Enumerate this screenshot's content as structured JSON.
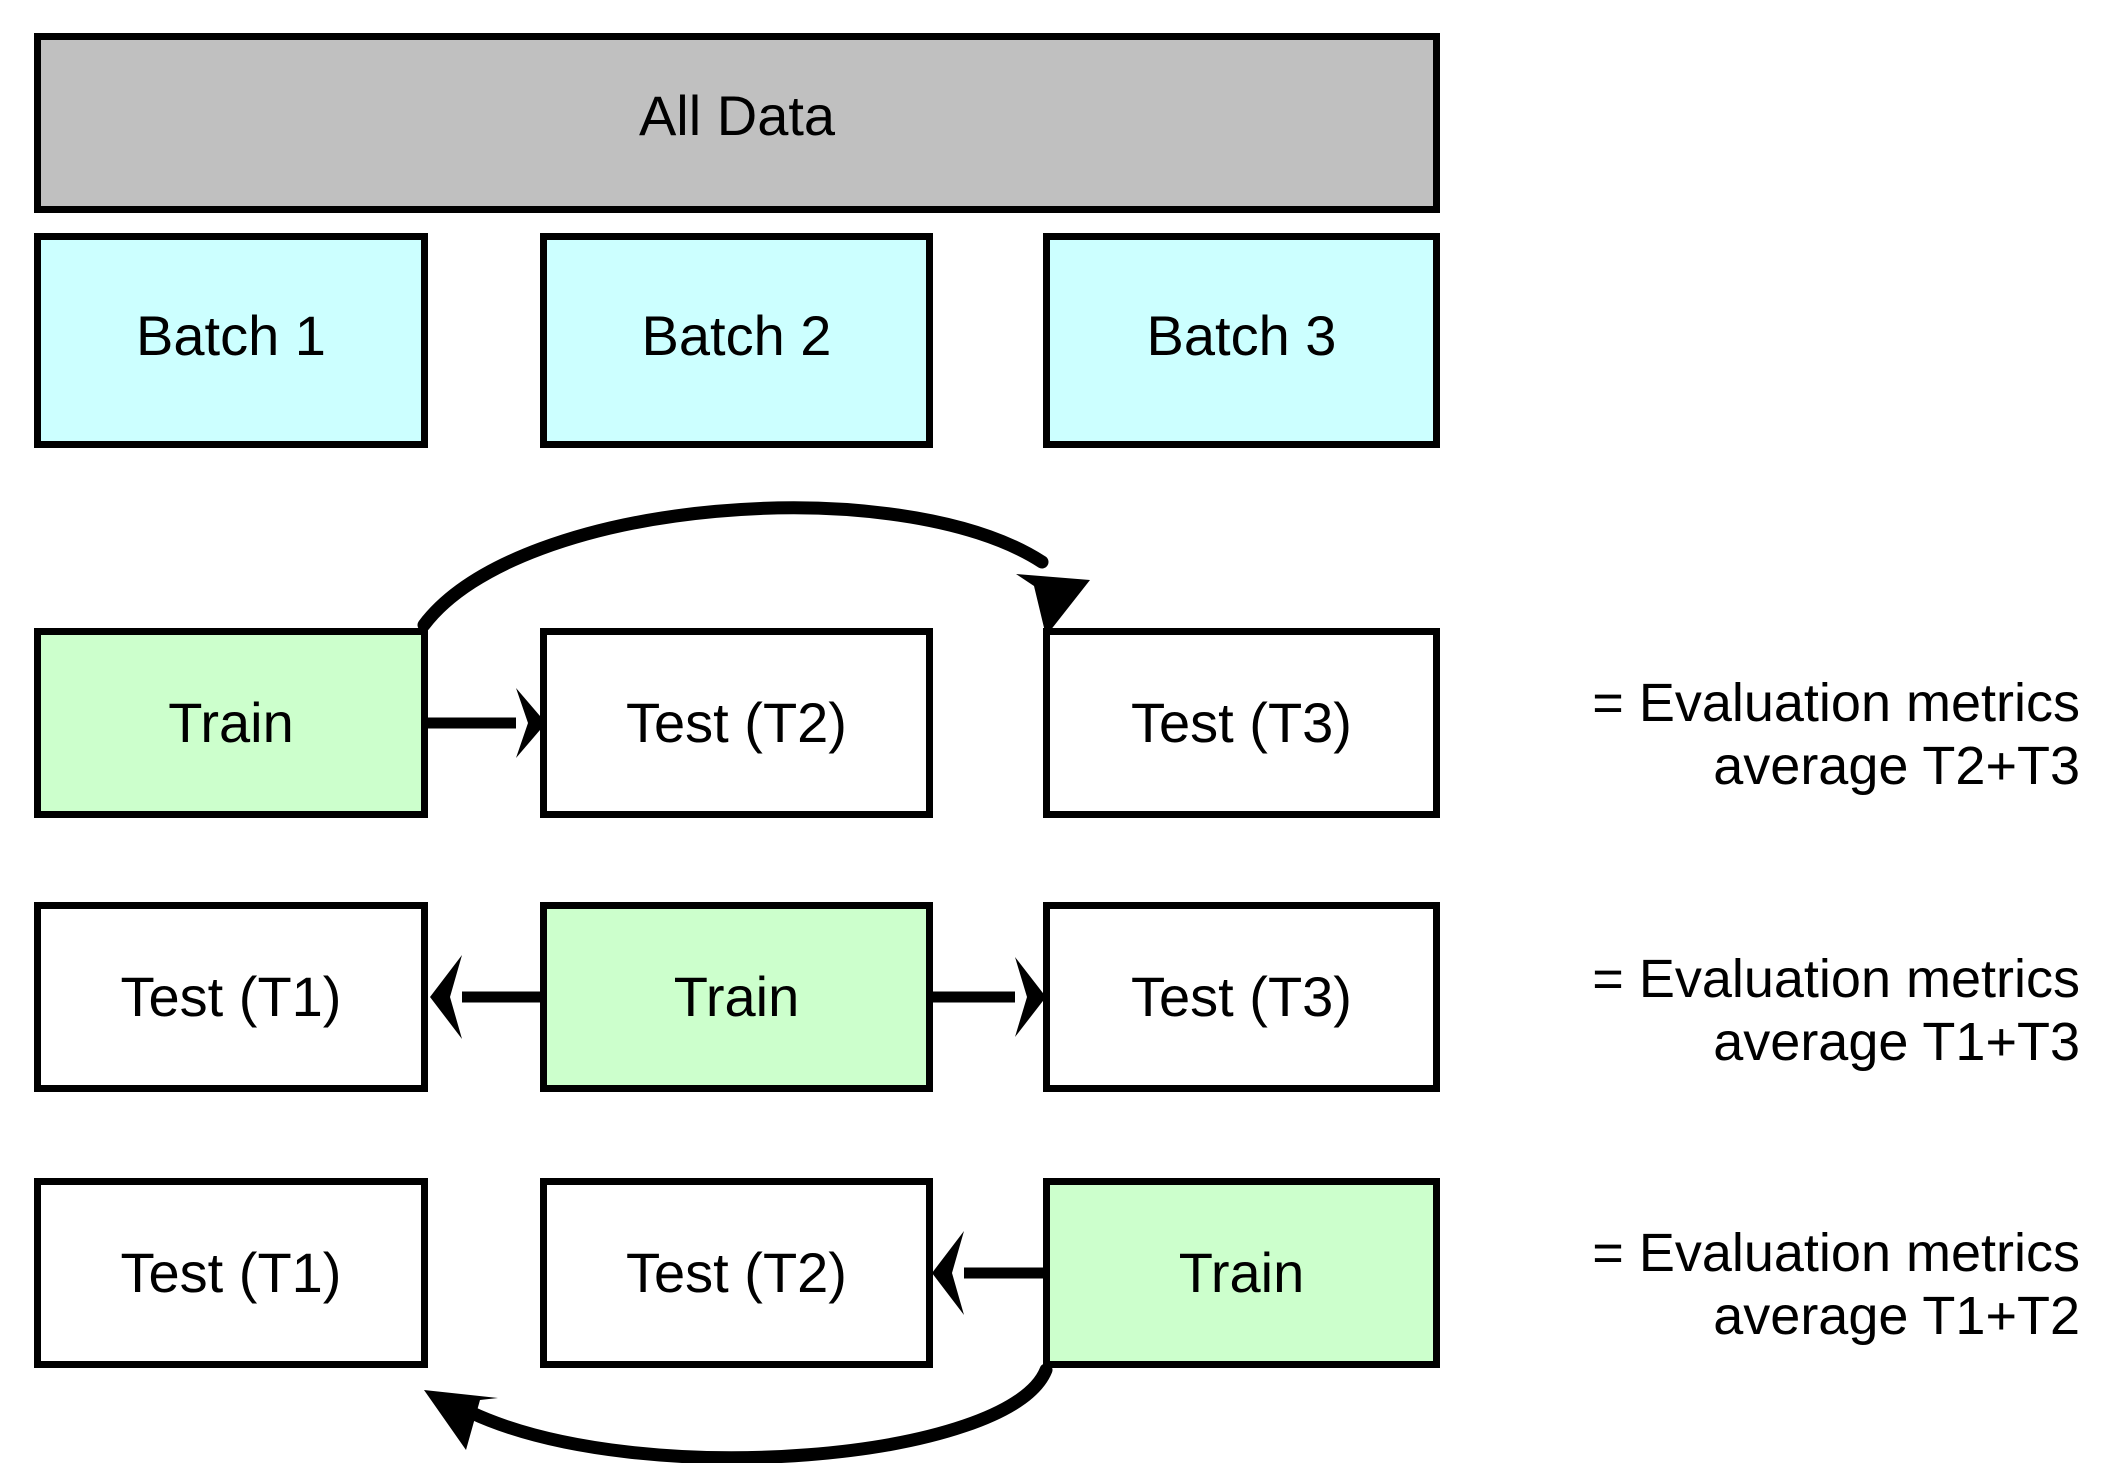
{
  "diagram": {
    "title_text": "All Data",
    "source_box": {
      "label": "All Data",
      "fill": "#c0c0c0"
    },
    "batches": [
      {
        "label": "Batch 1",
        "fill": "#ccffff"
      },
      {
        "label": "Batch 2",
        "fill": "#ccffff"
      },
      {
        "label": "Batch 3",
        "fill": "#ccffff"
      }
    ],
    "fold_rows": [
      {
        "cells": [
          {
            "label": "Train",
            "role": "train",
            "fill": "#ccffcc"
          },
          {
            "label": "Test (T2)",
            "role": "test",
            "fill": "#ffffff"
          },
          {
            "label": "Test (T3)",
            "role": "test",
            "fill": "#ffffff"
          }
        ],
        "result_line1": "= Evaluation metrics",
        "result_line2": "average T2+T3"
      },
      {
        "cells": [
          {
            "label": "Test (T1)",
            "role": "test",
            "fill": "#ffffff"
          },
          {
            "label": "Train",
            "role": "train",
            "fill": "#ccffcc"
          },
          {
            "label": "Test (T3)",
            "role": "test",
            "fill": "#ffffff"
          }
        ],
        "result_line1": "= Evaluation metrics",
        "result_line2": "average T1+T3"
      },
      {
        "cells": [
          {
            "label": "Test (T1)",
            "role": "test",
            "fill": "#ffffff"
          },
          {
            "label": "Test (T2)",
            "role": "test",
            "fill": "#ffffff"
          },
          {
            "label": "Train",
            "role": "train",
            "fill": "#ccffcc"
          }
        ],
        "result_line1": "= Evaluation metrics",
        "result_line2": "average T1+T2"
      }
    ],
    "colors": {
      "all_data_fill": "#c0c0c0",
      "batch_fill": "#ccffff",
      "train_fill": "#ccffcc",
      "test_fill": "#ffffff",
      "stroke": "#000000",
      "background": "#ffffff"
    }
  }
}
